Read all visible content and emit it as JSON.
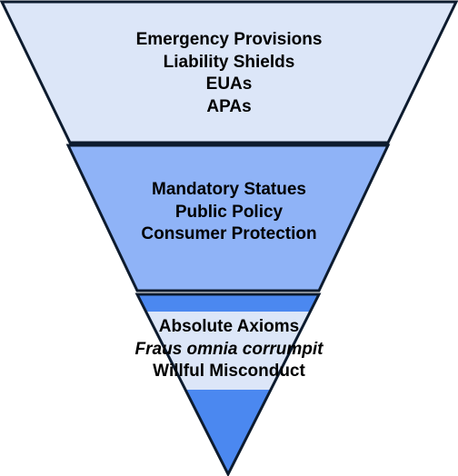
{
  "tiers": [
    {
      "lines": [
        "Emergency Provisions",
        "Liability Shields",
        "EUAs",
        "APAs"
      ],
      "fill": "#dce6f8"
    },
    {
      "lines": [
        "Mandatory Statues",
        "Public Policy",
        "Consumer Protection"
      ],
      "fill": "#8fb3f7"
    },
    {
      "lines": [
        "Absolute Axioms",
        "Fraus omnia corrumpit",
        "Willful Misconduct"
      ],
      "fill": "#4b88f0",
      "text_band_fill": "#dce6f8"
    }
  ],
  "colors": {
    "outline": "#0d1b2e",
    "text": "#000000"
  }
}
